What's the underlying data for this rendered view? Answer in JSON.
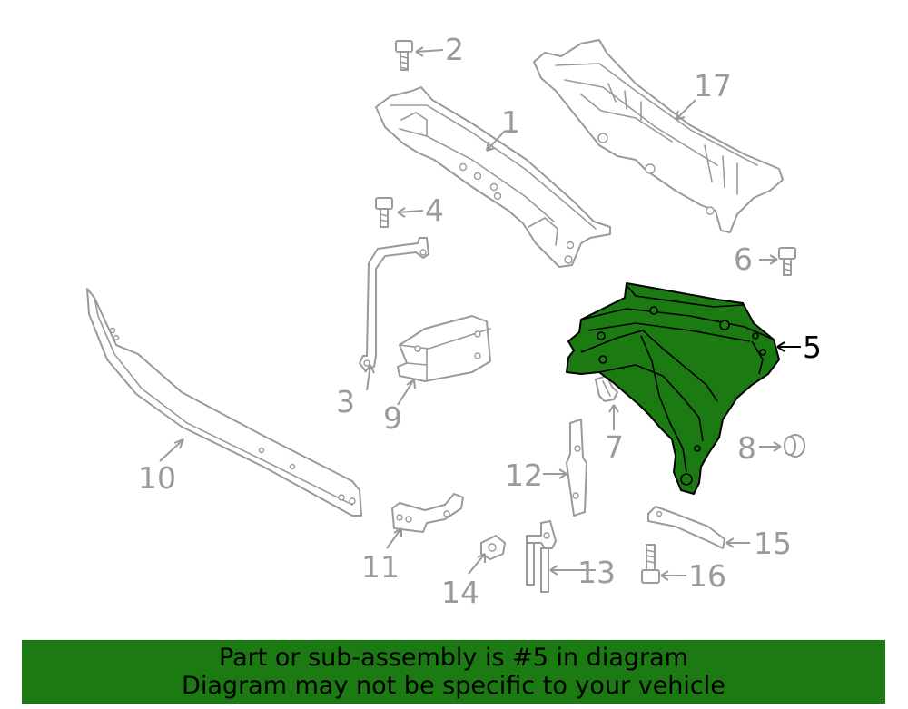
{
  "callouts": {
    "p1": "1",
    "p2": "2",
    "p3": "3",
    "p4": "4",
    "p5": "5",
    "p6": "6",
    "p7": "7",
    "p8": "8",
    "p9": "9",
    "p10": "10",
    "p11": "11",
    "p12": "12",
    "p13": "13",
    "p14": "14",
    "p15": "15",
    "p16": "16",
    "p17": "17"
  },
  "highlighted_part": "5",
  "colors": {
    "highlight": "#1b7a12",
    "line": "#9a9a9a",
    "banner": "#1b7a12"
  },
  "banner": {
    "line1": "Part or sub-assembly is #5 in diagram",
    "line2": "Diagram may not be specific to your vehicle"
  }
}
